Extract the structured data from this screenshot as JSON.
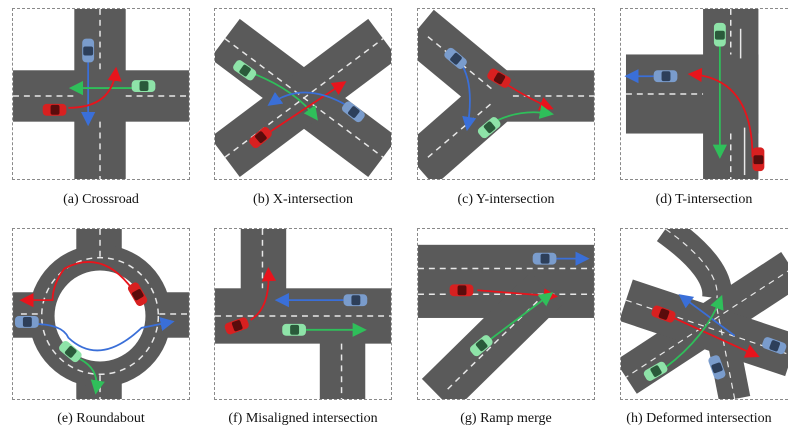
{
  "captions": [
    "(a) Crossroad",
    "(b) X-intersection",
    "(c) Y-intersection",
    "(d) T-intersection",
    "(e) Roundabout",
    "(f) Misaligned intersection",
    "(g) Ramp merge",
    "(h) Deformed intersection"
  ],
  "colors": {
    "road": "#5a5a5a",
    "lane_marking": "#e8e8e8",
    "red_path": "#e8141c",
    "blue_path": "#3a6fd8",
    "green_path": "#2fbf5a",
    "car_red": "#d82020",
    "car_blue": "#7a9ccc",
    "car_green": "#8ee3a8",
    "border": "#8a8a8a"
  },
  "icons": [
    "car-red-icon",
    "car-blue-icon",
    "car-green-icon",
    "arrow-path-icon"
  ]
}
